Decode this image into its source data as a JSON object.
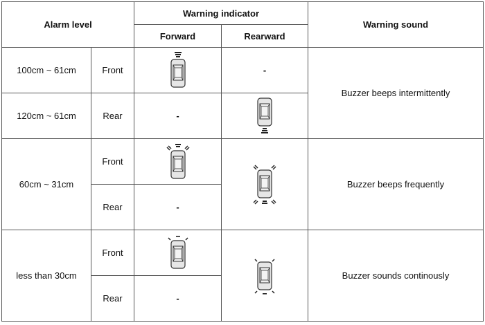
{
  "headers": {
    "alarm_level": "Alarm level",
    "warning_indicator": "Warning indicator",
    "forward": "Forward",
    "rearward": "Rearward",
    "warning_sound": "Warning sound"
  },
  "rows": [
    {
      "distance": "100cm ~ 61cm",
      "sensor": "Front",
      "forward": "car-front-level1-icon",
      "rearward": "-",
      "sound": "Buzzer beeps intermittently"
    },
    {
      "distance": "120cm ~ 61cm",
      "sensor": "Rear",
      "forward": "-",
      "rearward": "car-rear-level1-icon"
    },
    {
      "distance": "60cm ~ 31cm",
      "sensor": "Front",
      "forward": "car-front-level2-icon",
      "rearward": "car-all-level2-icon",
      "sound": "Buzzer beeps  frequently"
    },
    {
      "sensor": "Rear",
      "forward": "-"
    },
    {
      "distance": "less than 30cm",
      "sensor": "Front",
      "forward": "car-front-level3-icon",
      "rearward": "car-all-level3-icon",
      "sound": "Buzzer sounds continously"
    },
    {
      "sensor": "Rear",
      "forward": "-"
    }
  ]
}
